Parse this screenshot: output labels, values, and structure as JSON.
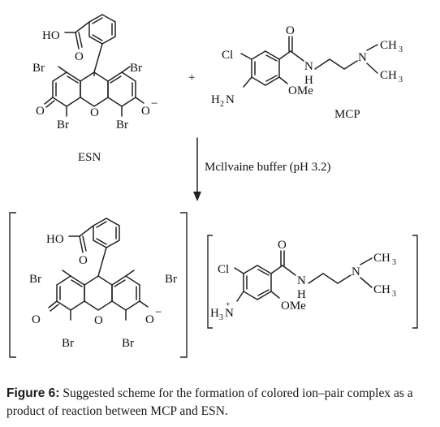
{
  "reactants": {
    "esn_label": "ESN",
    "mcp_label": "MCP",
    "plus": "+"
  },
  "esn_atoms": {
    "ho": "HO",
    "o_carbonyl": "O",
    "br1": "Br",
    "br2": "Br",
    "br3": "Br",
    "br4": "Br",
    "o_ketone": "O",
    "o_ring": "O",
    "o_minus": "O",
    "minus": "−"
  },
  "mcp_atoms": {
    "cl": "Cl",
    "o_amide": "O",
    "nh": "N",
    "h_amide": "H",
    "n_amine": "N",
    "ch3_top": "CH",
    "ch3_bot": "CH",
    "sub3": "3",
    "h2n": "H",
    "h2n_sub": "2",
    "h2n_n": "N",
    "ome": "OMe"
  },
  "arrow": {
    "label": "Mcllvaine buffer (pH 3.2)"
  },
  "product": {
    "ho": "HO",
    "o_carbonyl": "O",
    "br1": "Br",
    "br2": "Br",
    "br3": "Br",
    "br4": "Br",
    "o_ketone": "O",
    "o_ring": "O",
    "o_minus": "O",
    "minus": "−",
    "cl": "Cl",
    "o_amide": "O",
    "nh": "N",
    "h_amide": "H",
    "n_amine": "N",
    "ch3_top": "CH",
    "ch3_bot": "CH",
    "sub3": "3",
    "h3n": "H",
    "h3n_sub": "3",
    "h3n_n": "N",
    "plus": "+",
    "ome": "OMe"
  },
  "caption": {
    "figure_label": "Figure 6:",
    "text": " Suggested scheme for the formation of colored ion–pair complex as a product of reaction between MCP and ESN."
  }
}
